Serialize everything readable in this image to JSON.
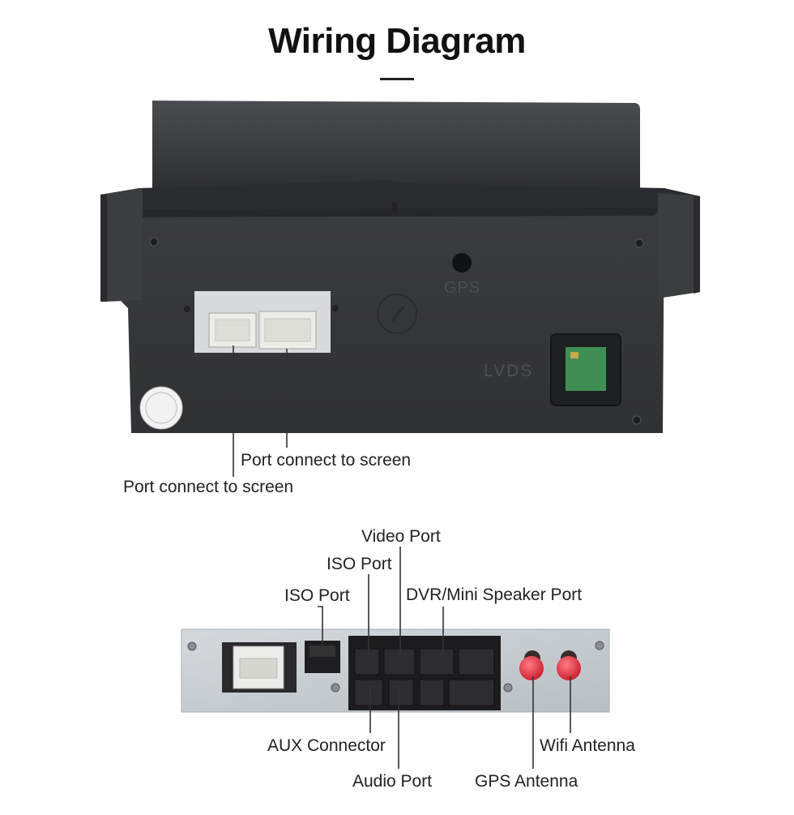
{
  "title": "Wiring Diagram",
  "head_unit": {
    "gps_marking": "GPS",
    "lvds_marking": "LVDS",
    "labels": {
      "port_a": "Port connect to screen",
      "port_b": "Port connect to screen"
    }
  },
  "control_box": {
    "labels": {
      "video_port": "Video Port",
      "iso_port_upper": "ISO Port",
      "iso_port_lower": "ISO Port",
      "dvr_speaker_port": "DVR/Mini Speaker Port",
      "aux_connector": "AUX Connector",
      "audio_port": "Audio Port",
      "gps_antenna": "GPS Antenna",
      "wifi_antenna": "Wifi Antenna"
    }
  },
  "colors": {
    "unit_body": "#3a3b3d",
    "plug_white": "#e9e9e6",
    "lvds_green": "#3f8f55",
    "box_metal": "#c9cdd1",
    "antenna_red": "#e0323f"
  }
}
